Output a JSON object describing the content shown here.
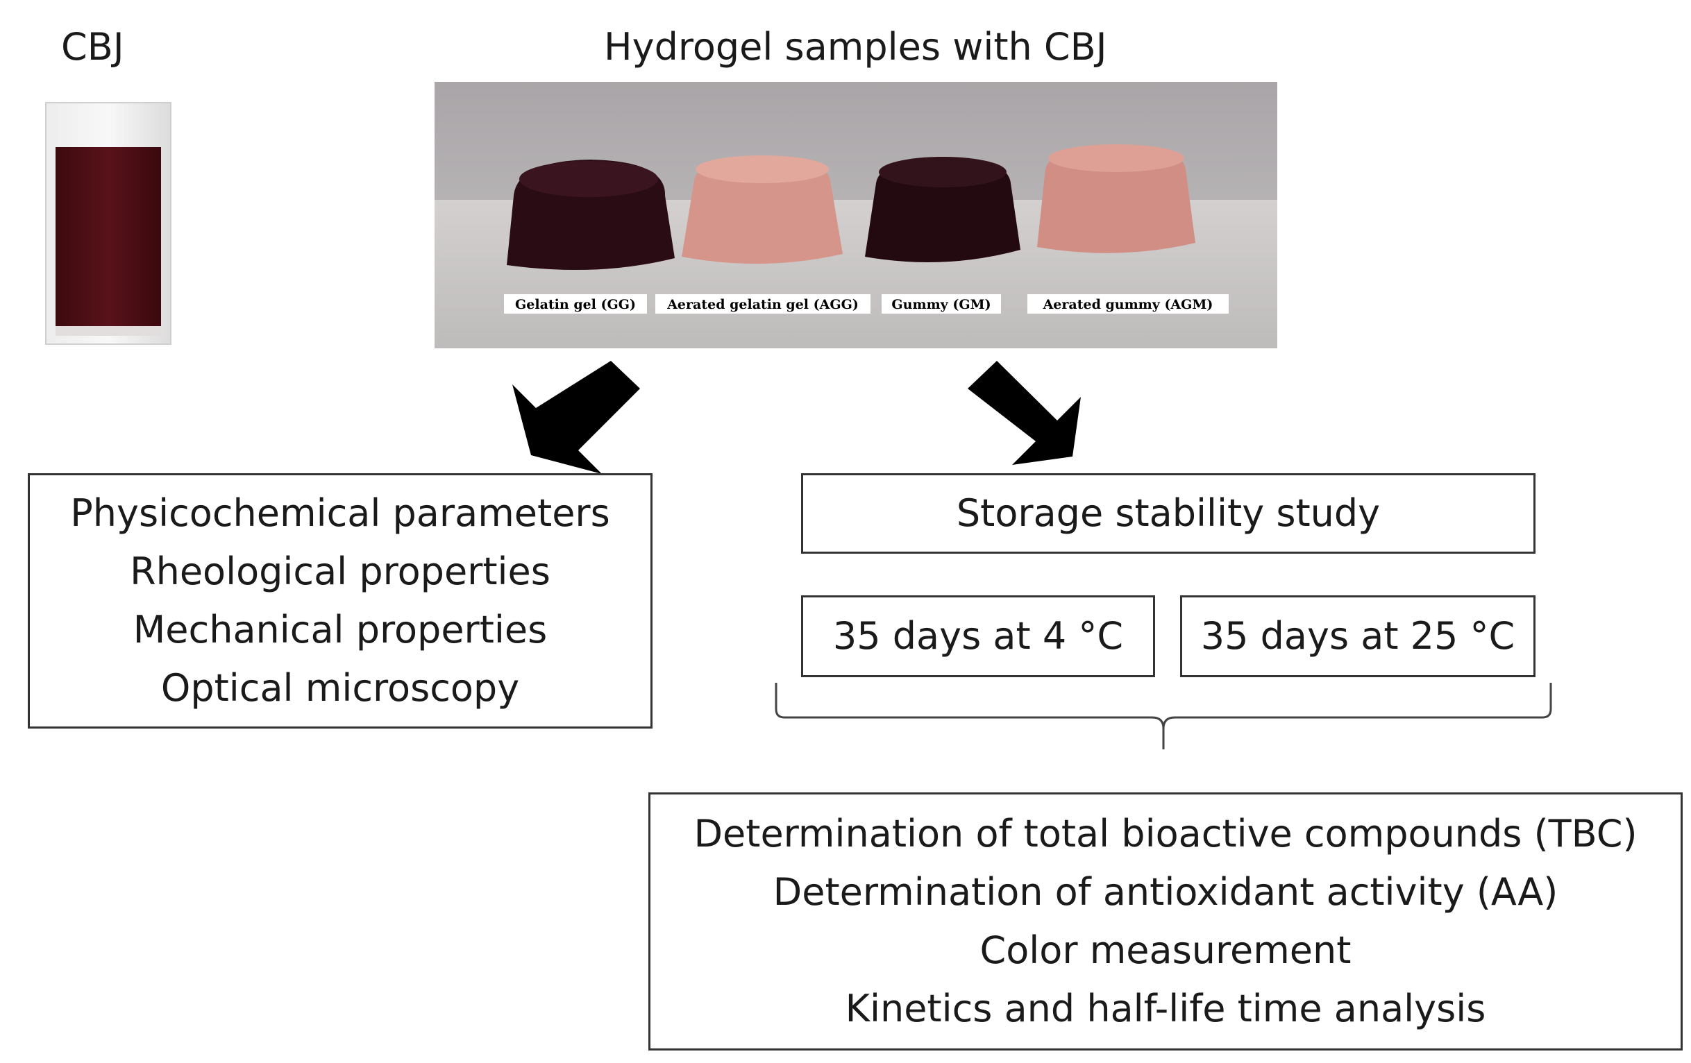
{
  "headings": {
    "cbj": "CBJ",
    "hydrogel": "Hydrogel samples with CBJ"
  },
  "photo_labels": {
    "gg": "Gelatin gel (GG)",
    "agg": "Aerated gelatin gel (AGG)",
    "gm": "Gummy (GM)",
    "agm": "Aerated gummy (AGM)"
  },
  "left_box": {
    "lines": [
      "Physicochemical parameters",
      "Rheological properties",
      "Mechanical properties",
      "Optical microscopy"
    ]
  },
  "storage_box": {
    "label": "Storage stability study"
  },
  "conditions": {
    "cold": "35 days at 4 °C",
    "room": "35 days at 25 °C"
  },
  "analysis_box": {
    "lines": [
      "Determination of total bioactive compounds (TBC)",
      "Determination of antioxidant activity (AA)",
      "Color measurement",
      "Kinetics and half-life time analysis"
    ]
  },
  "colors": {
    "juice": "#4a0d12",
    "dark_gel": "#2a0d14",
    "aerated_gel": "#d6958a",
    "arrow": "#000000",
    "photo_wall": "#b9b5b7",
    "photo_table": "#cdcac9"
  }
}
